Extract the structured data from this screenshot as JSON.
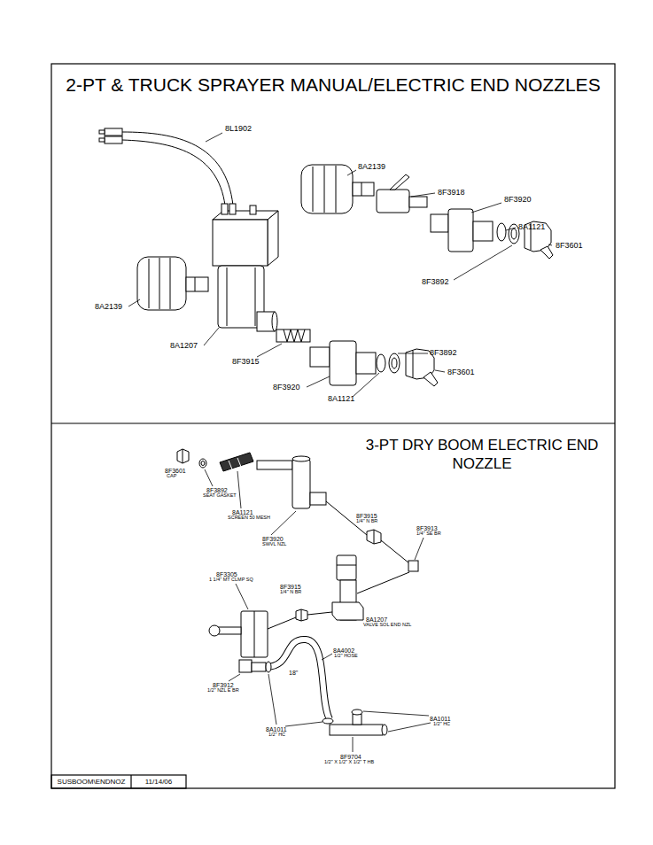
{
  "diagram": {
    "title": "2-PT & TRUCK SPRAYER MANUAL/ELECTRIC END NOZZLES",
    "nodes": [
      {
        "text": [
          "SUSBOOM\\ENDNOZ"
        ]
      },
      {
        "text": [
          "11/14/06"
        ]
      }
    ],
    "labels": [
      "8L1902",
      "8A2139",
      "8F3918",
      "8F3920",
      "8A1121",
      "8F3601",
      "8F3892",
      "8A2139",
      "8A1207",
      "8F3915",
      "8F3920",
      "8A1121",
      "8F3892",
      "8F3601",
      "3-PT DRY BOOM ELECTRIC END NOZZLE",
      "8F3601",
      "CAP",
      "8F3892",
      "SEAT GASKET",
      "8A1121",
      "SCREEN 50 MESH",
      "8F3920",
      "SWVL NZL",
      "8F3915",
      "1/4\" N BR",
      "8F3913",
      "1/4\" SE BR",
      "8F3305",
      "1 1/4\" MT CLMP SQ",
      "8F3915",
      "1/4\" N BR",
      "8A1207",
      "VALVE SOL END NZL",
      "8A4002",
      "1/2\" HOSE",
      "18\"",
      "8F3912",
      "1/2\" NZL E BR",
      "8A1011",
      "1/2\" HC",
      "8A1011",
      "1/2\" HC",
      "8F9704",
      "1/2\" X 1/2\" X 1/2\" T HB"
    ]
  }
}
